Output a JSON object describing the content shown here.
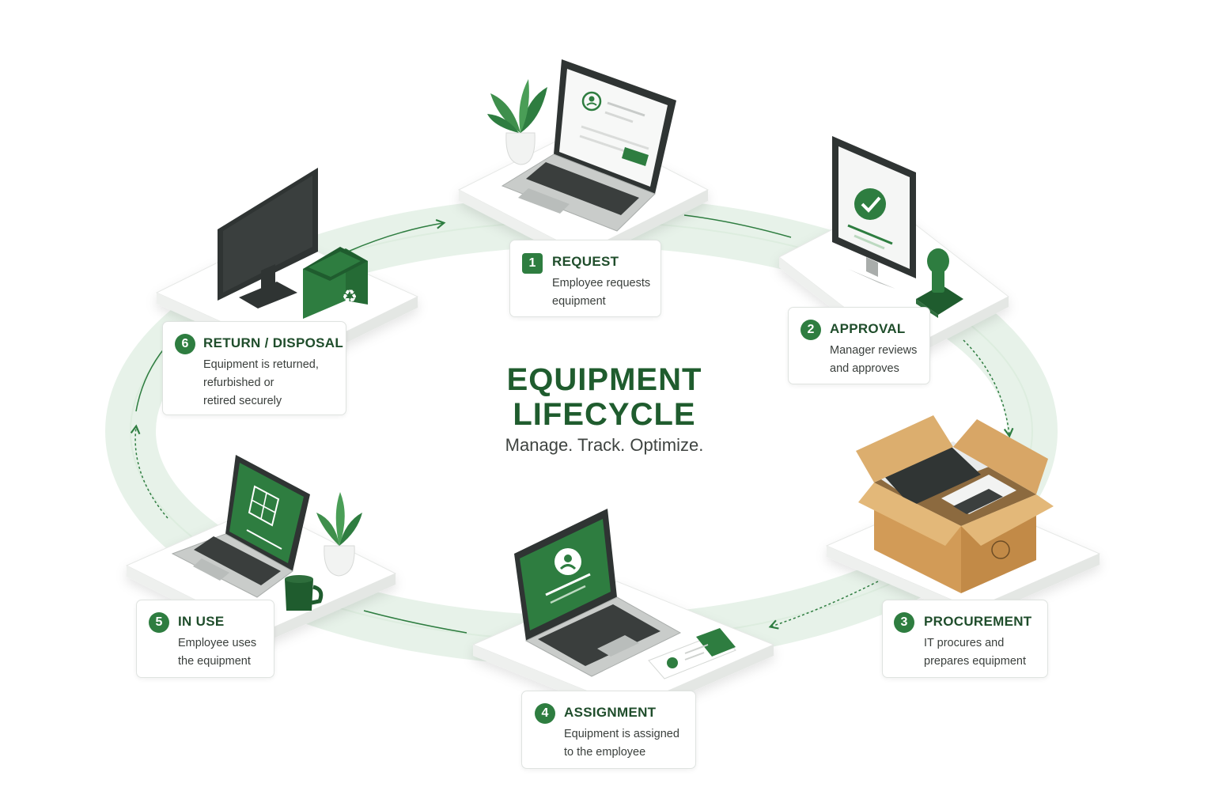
{
  "title": "EQUIPMENT\nLIFECYCLE",
  "subtitle": "Manage. Track. Optimize.",
  "colors": {
    "accent": "#2e7d40",
    "title": "#1f5c2e",
    "ring": "#e6f2e8",
    "cardboard": "#d9a867"
  },
  "steps": [
    {
      "number": "1",
      "title": "REQUEST",
      "desc": "Employee requests\nequipment",
      "icon": "laptop-request-form-icon"
    },
    {
      "number": "2",
      "title": "APPROVAL",
      "desc": "Manager reviews\nand approves",
      "icon": "monitor-checkmark-stamp-icon"
    },
    {
      "number": "3",
      "title": "PROCUREMENT",
      "desc": "IT procures and\nprepares equipment",
      "icon": "shipping-box-laptop-icon"
    },
    {
      "number": "4",
      "title": "ASSIGNMENT",
      "desc": "Equipment is assigned\nto the employee",
      "icon": "laptop-user-badge-icon"
    },
    {
      "number": "5",
      "title": "IN USE",
      "desc": "Employee uses\nthe equipment",
      "icon": "laptop-plant-mug-icon"
    },
    {
      "number": "6",
      "title": "RETURN / DISPOSAL",
      "desc": "Equipment is returned,\nrefurbished or\nretired securely",
      "icon": "monitor-recycle-bin-icon"
    }
  ]
}
